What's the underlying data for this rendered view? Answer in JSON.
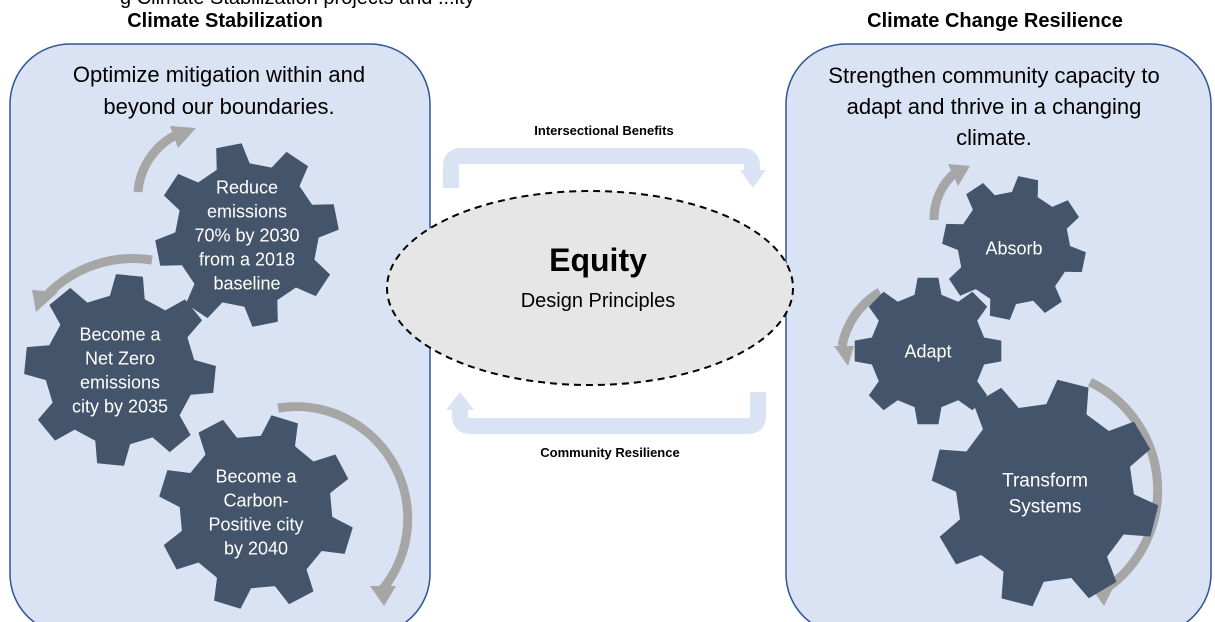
{
  "top_strip": "g Climate Stabilization projects and ...ity",
  "left_panel": {
    "title": "Climate Stabilization",
    "goal_line1": "Optimize mitigation within and",
    "goal_line2": "beyond our boundaries.",
    "gears": [
      {
        "lines": [
          "Reduce",
          "emissions",
          "70% by 2030",
          "from a 2018",
          "baseline"
        ]
      },
      {
        "lines": [
          "Become a",
          "Net Zero",
          "emissions",
          "city by 2035"
        ]
      },
      {
        "lines": [
          "Become a",
          "Carbon-",
          "Positive city",
          "by 2040"
        ]
      }
    ]
  },
  "center": {
    "top_label": "Intersectional Benefits",
    "bottom_label": "Community Resilience",
    "title": "Equity",
    "subtitle": "Design Principles"
  },
  "right_panel": {
    "title": "Climate Change Resilience",
    "goal_line1": "Strengthen community capacity to",
    "goal_line2": "adapt and thrive in a changing",
    "goal_line3": "climate.",
    "gears": [
      {
        "lines": [
          "Absorb"
        ]
      },
      {
        "lines": [
          "Adapt"
        ]
      },
      {
        "lines": [
          "Transform",
          "Systems"
        ]
      }
    ]
  },
  "colors": {
    "panel_fill": "#dae3f3",
    "panel_stroke": "#2f5597",
    "gear": "#44546a",
    "gear_text": "#ffffff",
    "cycle_arrow": "#a6a6a6",
    "flow_arrow": "#dae3f3",
    "ellipse_fill": "#e7e6e6"
  }
}
